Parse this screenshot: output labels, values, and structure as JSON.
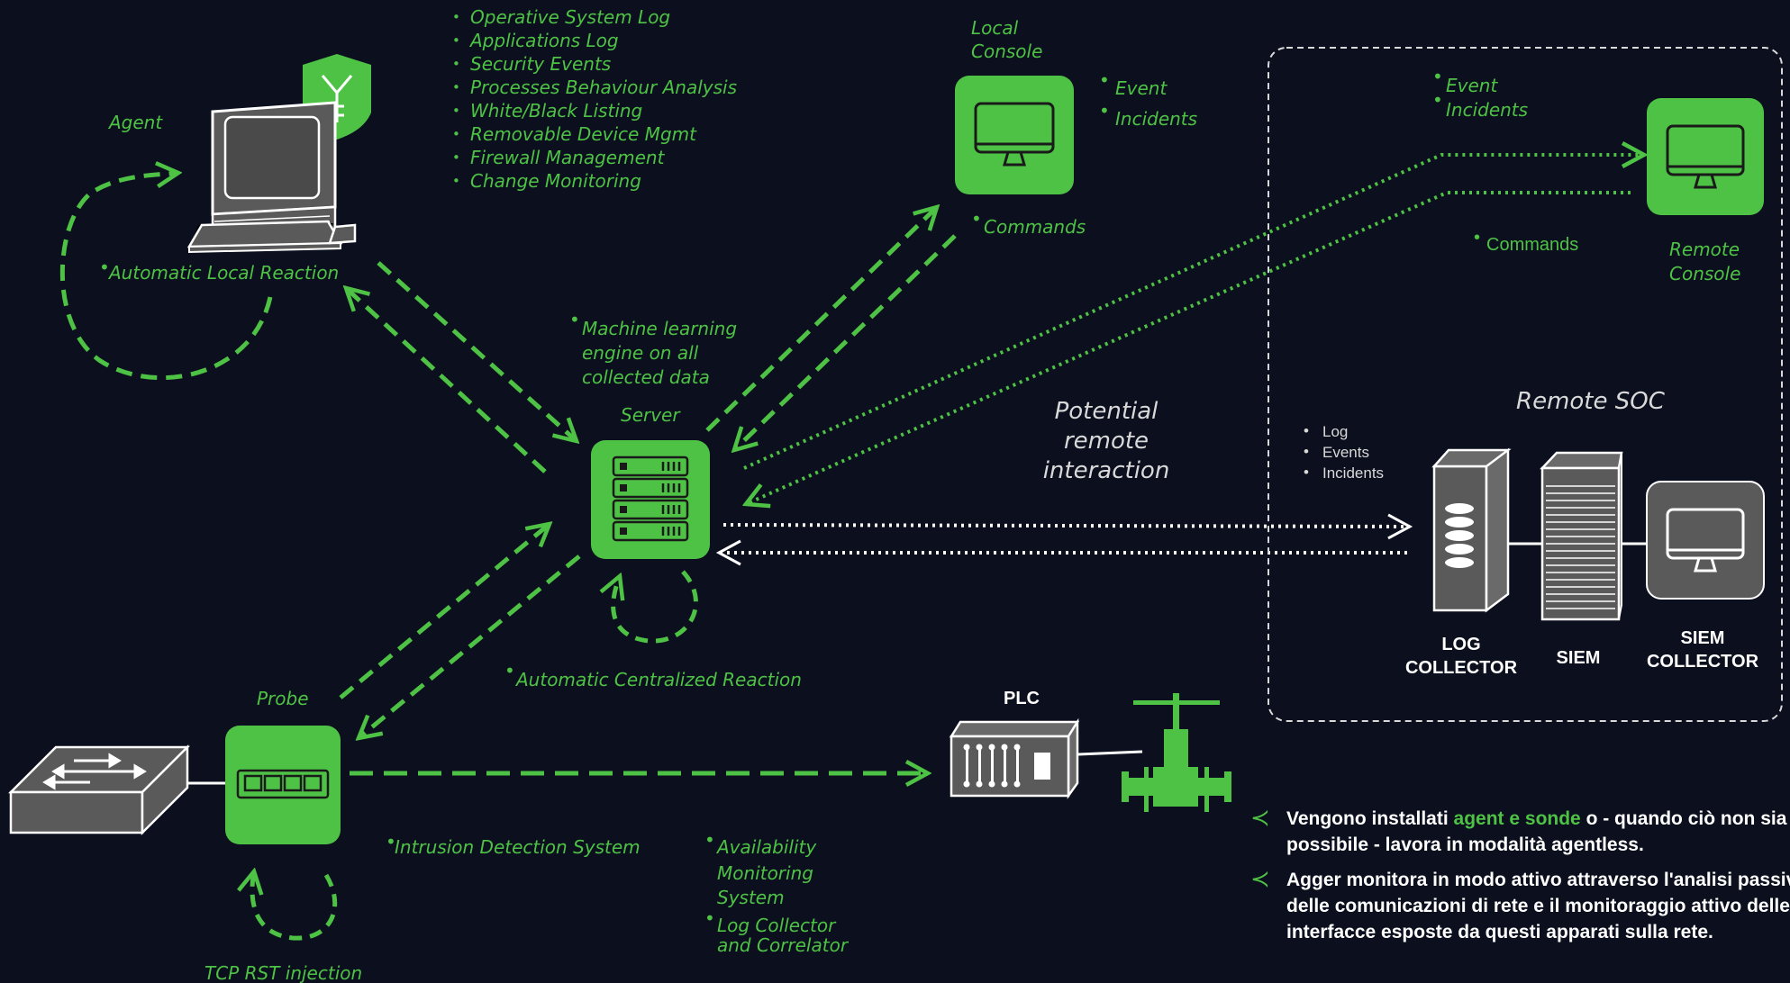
{
  "agent": {
    "label": "Agent",
    "features": [
      "Operative System Log",
      "Applications Log",
      "Security Events",
      "Processes Behaviour Analysis",
      "White/Black Listing",
      "Removable Device Mgmt",
      "Firewall Management",
      "Change Monitoring"
    ],
    "reaction": "Automatic Local Reaction"
  },
  "local_console": {
    "label_line1": "Local",
    "label_line2": "Console",
    "outputs": [
      "Event",
      "Incidents"
    ],
    "commands": "Commands"
  },
  "server": {
    "label": "Server",
    "ml": [
      "Machine learning",
      "engine on all",
      "collected data"
    ],
    "reaction": "Automatic Centralized Reaction"
  },
  "remote_interaction": [
    "Potential",
    "remote",
    "interaction"
  ],
  "remote_soc": {
    "title": "Remote SOC",
    "console_outputs": [
      "Event",
      "Incidents"
    ],
    "commands": "Commands",
    "console_label_line1": "Remote",
    "console_label_line2": "Console",
    "log_items": [
      "Log",
      "Events",
      "Incidents"
    ],
    "log_collector_line1": "LOG",
    "log_collector_line2": "COLLECTOR",
    "siem": "SIEM",
    "siem_collector_line1": "SIEM",
    "siem_collector_line2": "COLLECTOR"
  },
  "probe": {
    "label": "Probe",
    "ids": "Intrusion Detection System",
    "tcp": "TCP RST injection"
  },
  "availability": [
    "Availability",
    "Monitoring",
    "System"
  ],
  "log_correlator": [
    "Log Collector",
    "and Correlator"
  ],
  "plc": {
    "label": "PLC"
  },
  "notes": [
    {
      "before": "Vengono installati ",
      "highlight": "agent e sonde",
      "after": " o - quando ciò non sia possibile - lavora in modalità agentless."
    },
    {
      "before": "Agger monitora in modo attivo attraverso l'analisi passiva delle comunicazioni di rete e il monitoraggio attivo delle interfacce esposte da questi apparati sulla rete.",
      "highlight": "",
      "after": ""
    }
  ],
  "colors": {
    "accent": "#4ec245",
    "background": "#0b0f1e",
    "device_gray": "#5a5a5a"
  }
}
